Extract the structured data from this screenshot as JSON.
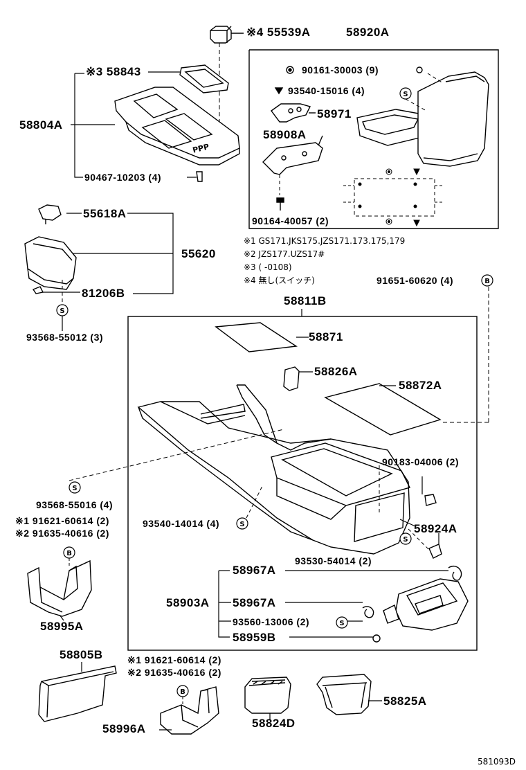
{
  "labels": {
    "p55539A": "※4 55539A",
    "p58920A": "58920A",
    "p58843": "※3 58843",
    "p58804A": "58804A",
    "p90467": "90467-10203 (4)",
    "p90161": "90161-30003 (9)",
    "p93540_15016": "93540-15016 (4)",
    "p58971": "58971",
    "p58908A": "58908A",
    "p90164": "90164-40057 (2)",
    "p55618A": "55618A",
    "p55620": "55620",
    "p81206B": "81206B",
    "p93568_55012": "93568-55012 (3)",
    "p91651": "91651-60620 (4)",
    "p58811B": "58811B",
    "p58871": "58871",
    "p58826A": "58826A",
    "p58872A": "58872A",
    "p90183": "90183-04006 (2)",
    "p93568_55016": "93568-55016 (4)",
    "p91621_a": "※1 91621-60614 (2)",
    "p91635_a": "※2 91635-40616 (2)",
    "p93540_14014": "93540-14014 (4)",
    "p58924A": "58924A",
    "p93530": "93530-54014 (2)",
    "p58967A_1": "58967A",
    "p58903A": "58903A",
    "p58967A_2": "58967A",
    "p93560": "93560-13006 (2)",
    "p58959B": "58959B",
    "p58995A": "58995A",
    "p58805B": "58805B",
    "p91621_b": "※1 91621-60614 (2)",
    "p91635_b": "※2 91635-40616 (2)",
    "p58824D": "58824D",
    "p58825A": "58825A",
    "p58996A": "58996A"
  },
  "notes": {
    "n1": "※1 GS171.JKS175.JZS171.173.175,179",
    "n2": "※2 JZS177.UZS17#",
    "n3": "※3 (       -0108)",
    "n4": "※4 無し(スイッチ)"
  },
  "symbols": {
    "S": "S",
    "B": "B"
  },
  "panel_code": "PPP",
  "ref_code": "581093D"
}
